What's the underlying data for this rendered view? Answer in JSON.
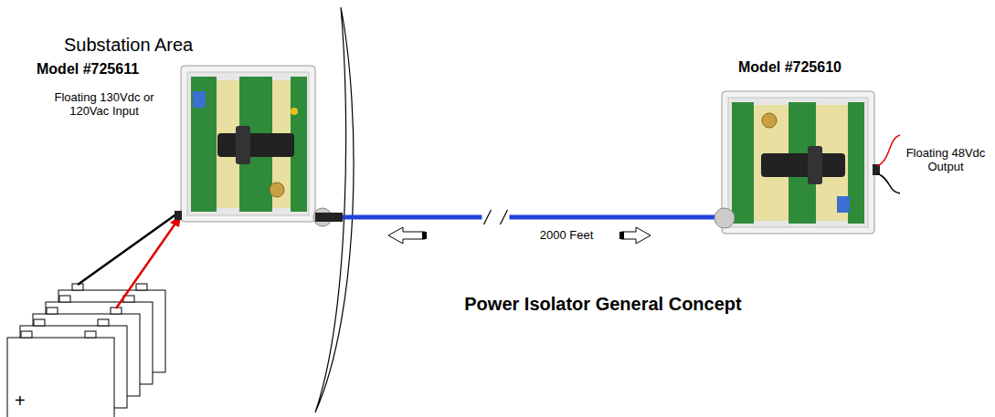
{
  "diagram": {
    "title": "Power Isolator General Concept",
    "nodes": [
      {
        "text": [
          "Model #725611"
        ]
      },
      {
        "text": [
          "Model #725610"
        ]
      }
    ],
    "edges": [
      {
        "from": 0,
        "to": 1,
        "arrow": "none"
      }
    ],
    "labels": [
      "Substation Area",
      "Floating 130Vdc or 120Vac Input",
      "2000 Feet",
      "Floating 48Vdc Output",
      "+"
    ]
  }
}
